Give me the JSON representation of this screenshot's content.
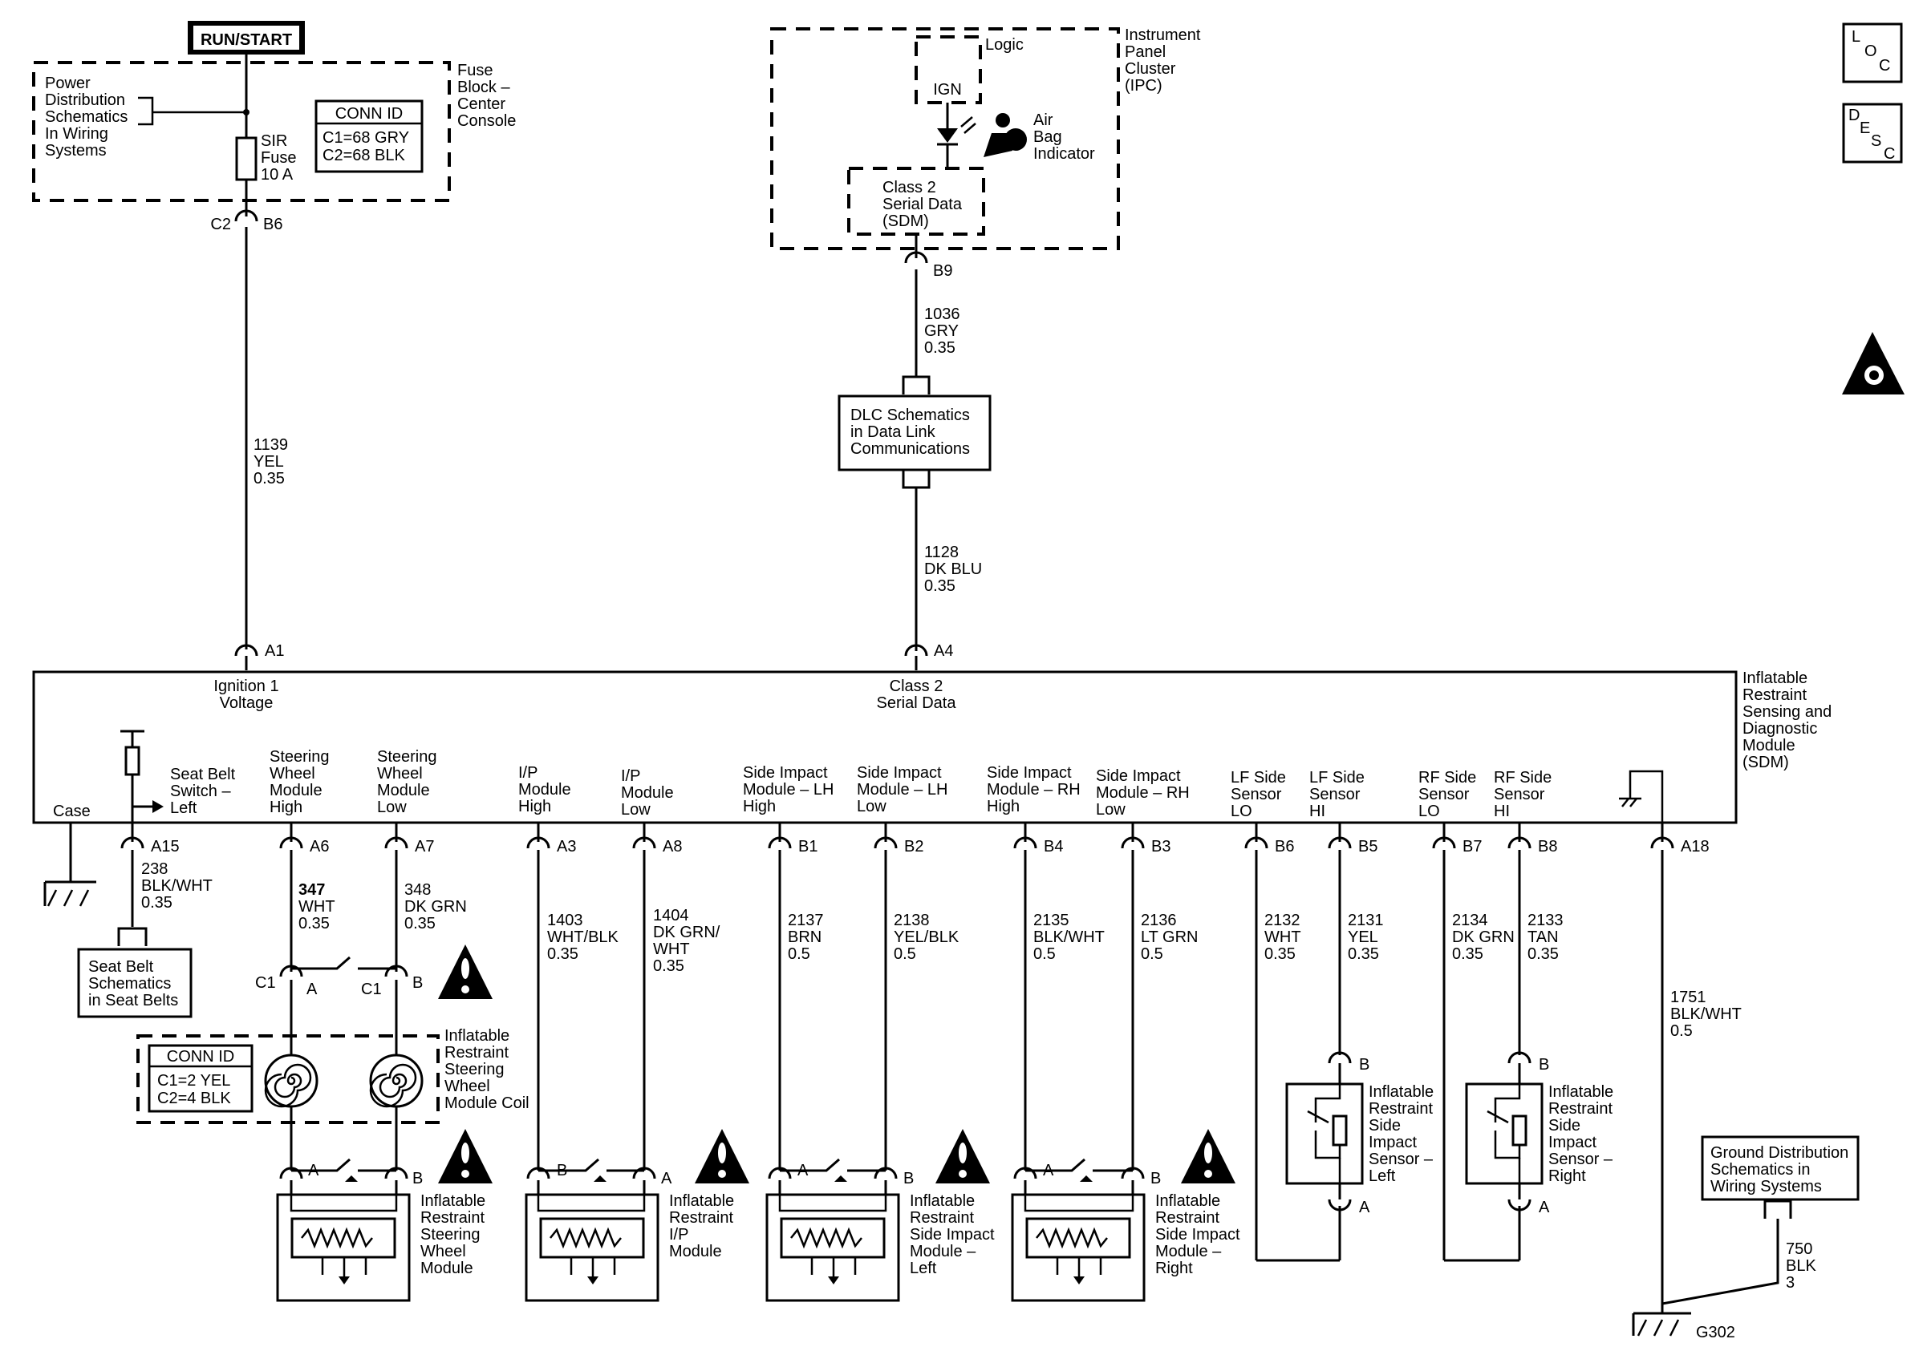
{
  "run_start": "RUN/START",
  "fuse_block": {
    "power_dist": [
      "Power",
      "Distribution",
      "Schematics",
      "In Wiring",
      "Systems"
    ],
    "label": [
      "Fuse",
      "Block –",
      "Center",
      "Console"
    ],
    "conn_id_title": "CONN ID",
    "conn_id": [
      "C1=68 GRY",
      "C2=68 BLK"
    ],
    "fuse": [
      "SIR",
      "Fuse",
      "10 A"
    ],
    "c2": "C2",
    "b6": "B6"
  },
  "ipc": {
    "label": [
      "Instrument",
      "Panel",
      "Cluster",
      "(IPC)"
    ],
    "logic": "Logic",
    "ign": "IGN",
    "airbag": [
      "Air",
      "Bag",
      "Indicator"
    ],
    "class2": [
      "Class 2",
      "Serial Data",
      "(SDM)"
    ],
    "b9": "B9"
  },
  "wire_1036": [
    "1036",
    "GRY",
    "0.35"
  ],
  "dlc": [
    "DLC Schematics",
    "in Data Link",
    "Communications"
  ],
  "wire_1128": [
    "1128",
    "DK BLU",
    "0.35"
  ],
  "wire_1139": [
    "1139",
    "YEL",
    "0.35"
  ],
  "pin_a1": "A1",
  "pin_a4": "A4",
  "sdm": {
    "label": [
      "Inflatable",
      "Restraint",
      "Sensing and",
      "Diagnostic",
      "Module",
      "(SDM)"
    ],
    "ign1": [
      "Ignition 1",
      "Voltage"
    ],
    "class2": [
      "Class 2",
      "Serial Data"
    ],
    "case": "Case",
    "seatbelt": [
      "Seat Belt",
      "Switch –",
      "Left"
    ],
    "swm_high": [
      "Steering",
      "Wheel",
      "Module",
      "High"
    ],
    "swm_low": [
      "Steering",
      "Wheel",
      "Module",
      "Low"
    ],
    "ip_high": [
      "I/P",
      "Module",
      "High"
    ],
    "ip_low": [
      "I/P",
      "Module",
      "Low"
    ],
    "sil_high": [
      "Side Impact",
      "Module – LH",
      "High"
    ],
    "sil_low": [
      "Side Impact",
      "Module – LH",
      "Low"
    ],
    "sir_high": [
      "Side Impact",
      "Module – RH",
      "High"
    ],
    "sir_low": [
      "Side Impact",
      "Module – RH",
      "Low"
    ],
    "lf_lo": [
      "LF Side",
      "Sensor",
      "LO"
    ],
    "lf_hi": [
      "LF Side",
      "Sensor",
      "HI"
    ],
    "rf_lo": [
      "RF Side",
      "Sensor",
      "LO"
    ],
    "rf_hi": [
      "RF Side",
      "Sensor",
      "HI"
    ]
  },
  "pins": [
    "A15",
    "A6",
    "A7",
    "A3",
    "A8",
    "B1",
    "B2",
    "B4",
    "B3",
    "B6",
    "B5",
    "B7",
    "B8",
    "A18"
  ],
  "wires": {
    "w238": [
      "238",
      "BLK/WHT",
      "0.35"
    ],
    "w347": [
      "347",
      "WHT",
      "0.35"
    ],
    "w348": [
      "348",
      "DK GRN",
      "0.35"
    ],
    "w1403": [
      "1403",
      "WHT/BLK",
      "0.35"
    ],
    "w1404": [
      "1404",
      "DK GRN/",
      "WHT",
      "0.35"
    ],
    "w2137": [
      "2137",
      "BRN",
      "0.5"
    ],
    "w2138": [
      "2138",
      "YEL/BLK",
      "0.5"
    ],
    "w2135": [
      "2135",
      "BLK/WHT",
      "0.5"
    ],
    "w2136": [
      "2136",
      "LT GRN",
      "0.5"
    ],
    "w2132": [
      "2132",
      "WHT",
      "0.35"
    ],
    "w2131": [
      "2131",
      "YEL",
      "0.35"
    ],
    "w2134": [
      "2134",
      "DK GRN",
      "0.35"
    ],
    "w2133": [
      "2133",
      "TAN",
      "0.35"
    ],
    "w1751": [
      "1751",
      "BLK/WHT",
      "0.5"
    ],
    "w750": [
      "750",
      "BLK",
      "3"
    ]
  },
  "seatbelt_sch": [
    "Seat Belt",
    "Schematics",
    "in Seat Belts"
  ],
  "coil": {
    "c1a": "C1",
    "a": "A",
    "c1b": "C1",
    "b": "B",
    "conn_id_title": "CONN ID",
    "conn_id": [
      "C1=2 YEL",
      "C2=4 BLK"
    ],
    "label": [
      "Inflatable",
      "Restraint",
      "Steering",
      "Wheel",
      "Module Coil"
    ]
  },
  "modules": {
    "steering": [
      "Inflatable",
      "Restraint",
      "Steering",
      "Wheel",
      "Module"
    ],
    "ip": [
      "Inflatable",
      "Restraint",
      "I/P",
      "Module"
    ],
    "side_left": [
      "Inflatable",
      "Restraint",
      "Side Impact",
      "Module –",
      "Left"
    ],
    "side_right": [
      "Inflatable",
      "Restraint",
      "Side Impact",
      "Module –",
      "Right"
    ]
  },
  "module_pins": {
    "sw": [
      "A",
      "B"
    ],
    "ip": [
      "B",
      "A"
    ],
    "sl": [
      "A",
      "B"
    ],
    "sr": [
      "A",
      "B"
    ]
  },
  "sensors": {
    "left": [
      "Inflatable",
      "Restraint",
      "Side",
      "Impact",
      "Sensor –",
      "Left"
    ],
    "right": [
      "Inflatable",
      "Restraint",
      "Side",
      "Impact",
      "Sensor –",
      "Right"
    ],
    "left_b": "B",
    "left_a": "A",
    "right_b": "B",
    "right_a": "A"
  },
  "ground_dist": [
    "Ground Distribution",
    "Schematics in",
    "Wiring Systems"
  ],
  "g302": "G302",
  "loc_icon": [
    "L",
    "O",
    "C"
  ],
  "desc_icon": [
    "D",
    "E",
    "S",
    "C"
  ]
}
